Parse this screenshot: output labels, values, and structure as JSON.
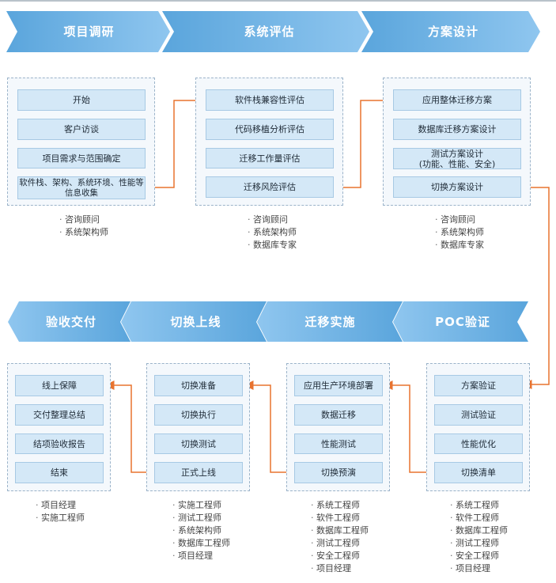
{
  "colors": {
    "banner_dark": "#5aa5dc",
    "banner_light": "#a9d3f2",
    "connector": "#e8732f",
    "step_fill": "#d4e8f7"
  },
  "phases_top": [
    "项目调研",
    "系统评估",
    "方案设计"
  ],
  "phases_bottom": [
    "验收交付",
    "切换上线",
    "迁移实施",
    "POC验证"
  ],
  "cards": {
    "research": {
      "steps": [
        "开始",
        "客户访谈",
        "项目需求与范围确定",
        "软件栈、架构、系统环境、性能等信息收集"
      ],
      "roles": [
        "咨询顾问",
        "系统架构师"
      ]
    },
    "assess": {
      "steps": [
        "软件栈兼容性评估",
        "代码移植分析评估",
        "迁移工作量评估",
        "迁移风险评估"
      ],
      "roles": [
        "咨询顾问",
        "系统架构师",
        "数据库专家"
      ]
    },
    "design": {
      "steps": [
        "应用整体迁移方案",
        "数据库迁移方案设计",
        "测试方案设计",
        "(功能、性能、安全)",
        "切换方案设计"
      ],
      "roles": [
        "咨询顾问",
        "系统架构师",
        "数据库专家"
      ]
    },
    "poc": {
      "steps": [
        "方案验证",
        "测试验证",
        "性能优化",
        "切换清单"
      ],
      "roles": [
        "系统工程师",
        "软件工程师",
        "数据库工程师",
        "测试工程师",
        "安全工程师",
        "项目经理"
      ]
    },
    "migrate": {
      "steps": [
        "应用生产环境部署",
        "数据迁移",
        "性能测试",
        "切换预演"
      ],
      "roles": [
        "系统工程师",
        "软件工程师",
        "数据库工程师",
        "测试工程师",
        "安全工程师",
        "项目经理"
      ]
    },
    "cutover": {
      "steps": [
        "切换准备",
        "切换执行",
        "切换测试",
        "正式上线"
      ],
      "roles": [
        "实施工程师",
        "测试工程师",
        "系统架构师",
        "数据库工程师",
        "项目经理"
      ]
    },
    "accept": {
      "steps": [
        "线上保障",
        "交付整理总结",
        "结项验收报告",
        "结束"
      ],
      "roles": [
        "项目经理",
        "实施工程师"
      ]
    }
  }
}
